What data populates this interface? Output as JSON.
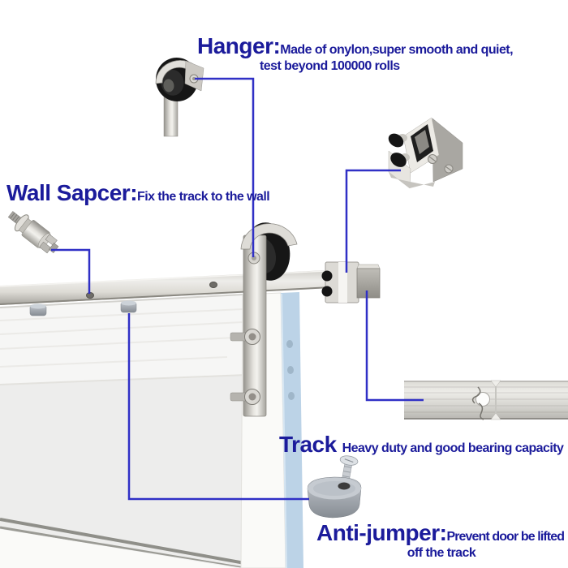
{
  "diagram": {
    "callouts": {
      "hanger": {
        "label": "Hanger:",
        "desc": "Made of onylon,super smooth and quiet,",
        "desc_line2": "test beyond 100000 rolls"
      },
      "wall_spacer": {
        "label": "Wall Sapcer:",
        "desc": "Fix the track to the wall"
      },
      "track": {
        "label": "Track",
        "desc": "Heavy duty and good bearing capacity"
      },
      "anti_jumper": {
        "label": "Anti-jumper:",
        "desc": "Prevent door be lifted",
        "desc_line2": "off the track"
      }
    },
    "colors": {
      "text": "#1b1b9b",
      "callout_line": "#3030c6",
      "glass_edge": "#bcd3e7",
      "metal_light": "#eeede9",
      "metal_dark": "#9f9d97",
      "roller_black": "#161616",
      "puck_gray": "#9aa1a9"
    },
    "parts": {
      "hanger_part": "hanger-roller-icon",
      "wall_spacer_part": "wall-spacer-standoff-icon",
      "bracket_part": "corner-bracket-icon",
      "track_segment_part": "track-bar-icon",
      "anti_jumper_part": "anti-jumper-puck-icon",
      "assembly": "barn-door-track-assembly"
    }
  }
}
